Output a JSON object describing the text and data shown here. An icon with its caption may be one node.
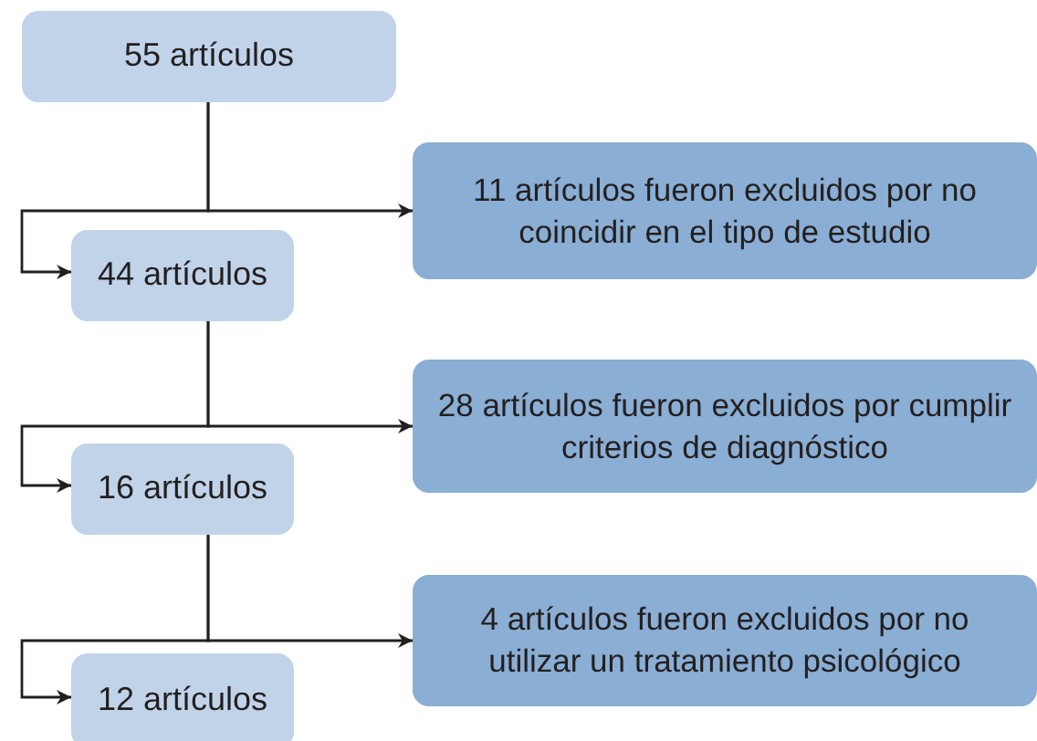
{
  "diagram": {
    "nodes": [
      {
        "text": [
          "55 artículos"
        ]
      },
      {
        "text": [
          "11 artículos fueron excluidos por no coincidir en el tipo de estudio"
        ]
      },
      {
        "text": [
          "44 artículos"
        ]
      },
      {
        "text": [
          "28 artículos fueron excluidos por cumplir criterios de diagnóstico"
        ]
      },
      {
        "text": [
          "16 artículos"
        ]
      },
      {
        "text": [
          "4 artículos fueron excluidos por no utilizar un tratamiento psicológico"
        ]
      },
      {
        "text": [
          "12 artículos"
        ]
      }
    ],
    "edges": [
      {
        "from": 0,
        "to": 1,
        "arrow": "to"
      },
      {
        "from": 0,
        "to": 2,
        "arrow": "to"
      },
      {
        "from": 2,
        "to": 3,
        "arrow": "to"
      },
      {
        "from": 2,
        "to": 4,
        "arrow": "to"
      },
      {
        "from": 4,
        "to": 5,
        "arrow": "to"
      },
      {
        "from": 4,
        "to": 6,
        "arrow": "to"
      }
    ]
  }
}
